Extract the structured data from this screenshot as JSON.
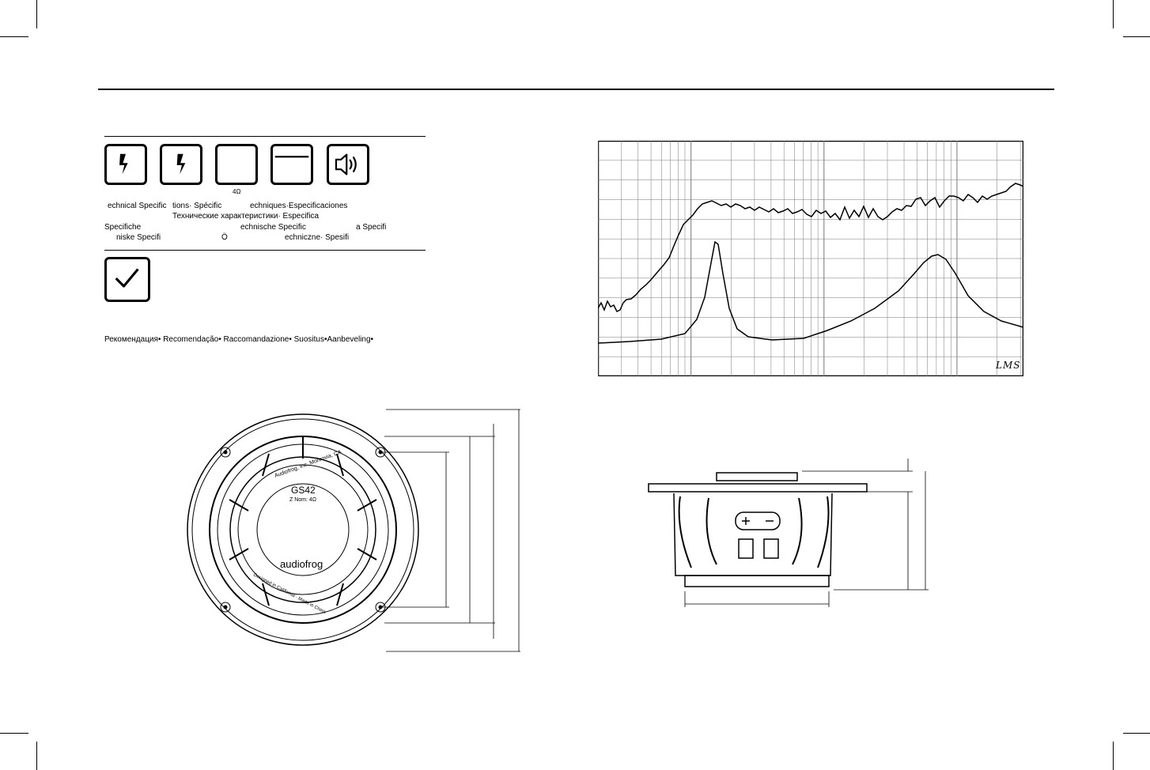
{
  "impedance_label": "4Ω",
  "specs": {
    "line1a": "echnical Specific",
    "line1b": "tions· Spécific",
    "line1c": "echniques·Especificaciones",
    "line2": "Технические характеристики· Especifica",
    "line3a": "Specifiche",
    "line3b": "echnische Specific",
    "line3c": "a Specifi",
    "line4a": "niske Specifi",
    "line4b": "Ö",
    "line4c": "echniczne· Spesifi"
  },
  "recommendation": "Рекомендация• Recomendação• Raccomandazione• Suositus•Aanbeveling•",
  "graph": {
    "logo": "LMS"
  },
  "front_view": {
    "brand_line": "Audiofrog, Inc. Monrovia, CA",
    "model": "GS42",
    "impedance": "Z Nom: 4Ω",
    "logo": "audiofrog",
    "footer": "Designed in California · Made in China"
  },
  "icons": [
    "power-icon",
    "power-icon",
    "blank-box-icon",
    "window-icon",
    "speaker-icon",
    "checkmark-icon"
  ]
}
